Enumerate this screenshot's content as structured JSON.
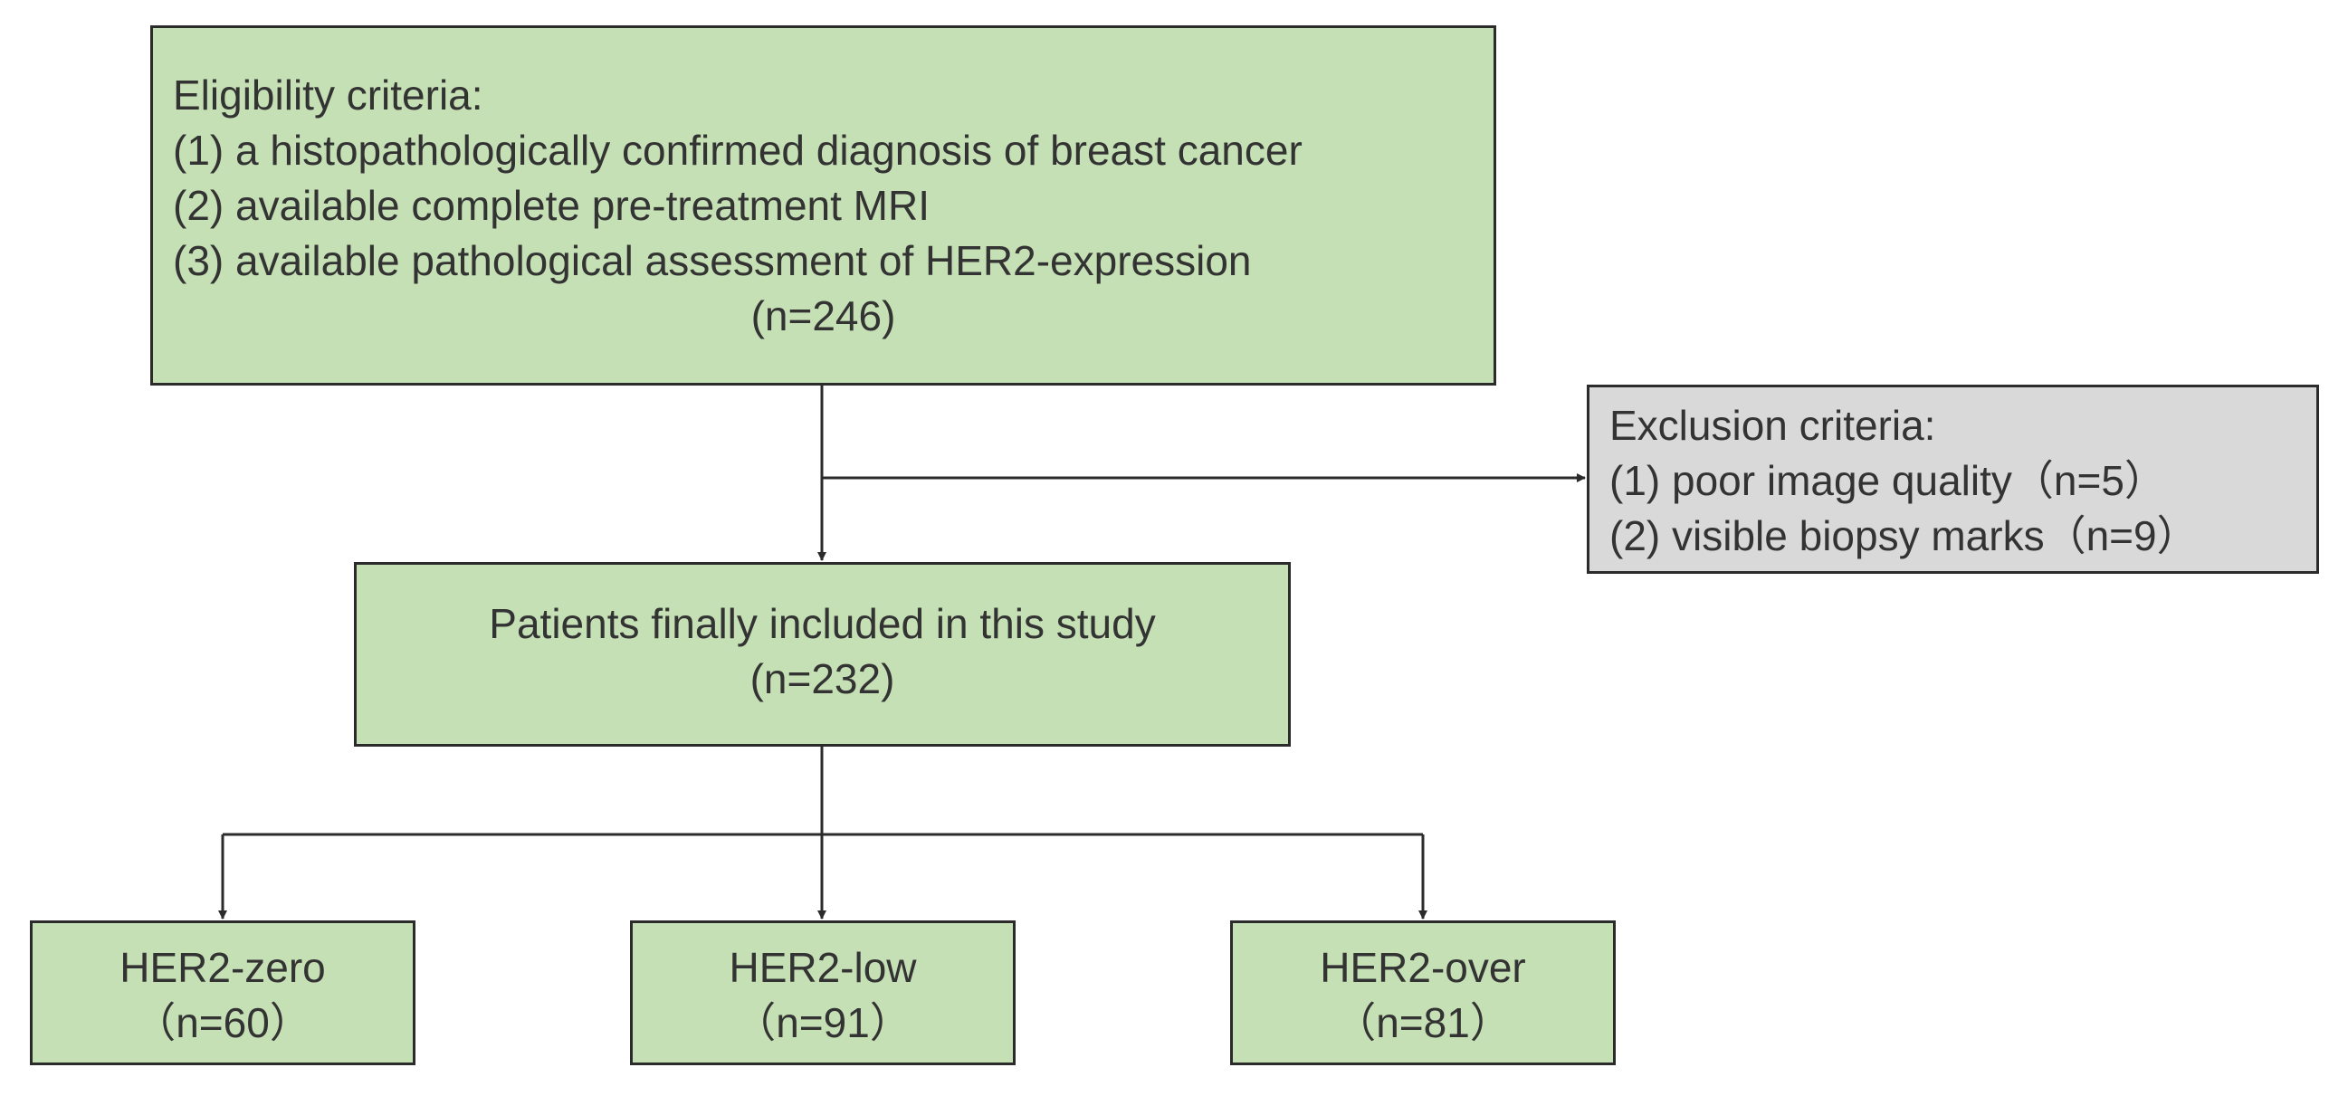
{
  "eligibility": {
    "title": "Eligibility criteria:",
    "criteria": [
      "(1) a histopathologically confirmed diagnosis of breast cancer",
      "(2) available complete pre-treatment MRI",
      "(3) available pathological assessment of HER2-expression"
    ],
    "count": "(n=246)"
  },
  "exclusion": {
    "title": "Exclusion criteria:",
    "criteria": [
      "(1) poor image quality（n=5）",
      "(2) visible biopsy marks（n=9）"
    ]
  },
  "included": {
    "label": "Patients finally included in this study",
    "count": "(n=232)"
  },
  "groups": [
    {
      "label": "HER2-zero",
      "count": "（n=60）"
    },
    {
      "label": "HER2-low",
      "count": "（n=91）"
    },
    {
      "label": "HER2-over",
      "count": "（n=81）"
    }
  ],
  "colors": {
    "box_fill": "#c5e0b4",
    "exclusion_fill": "#d9d9d9",
    "stroke": "#2b2b2b",
    "text": "#333333"
  }
}
